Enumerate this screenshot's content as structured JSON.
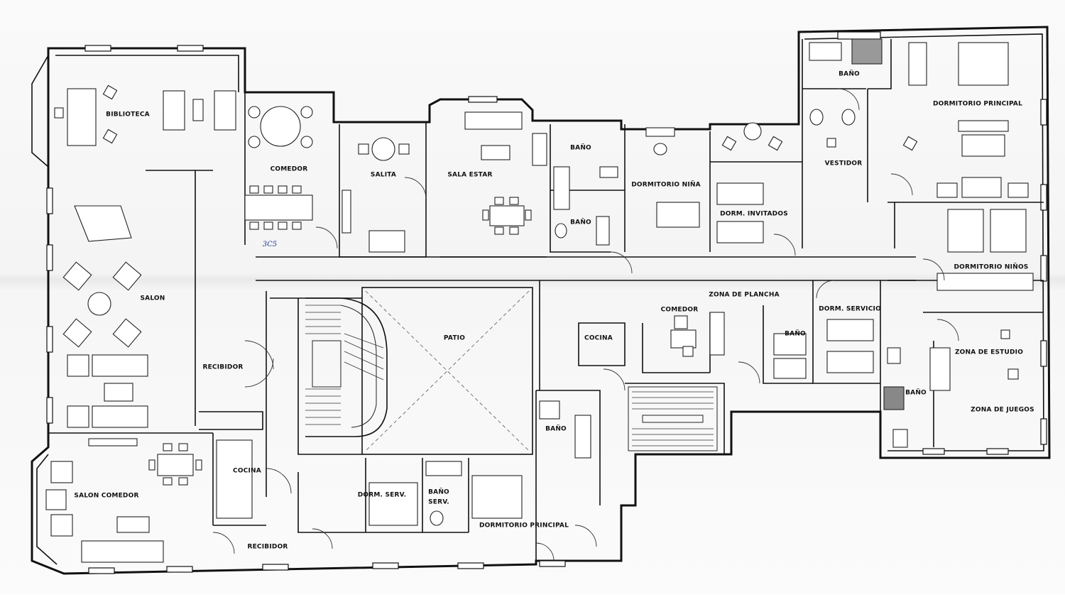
{
  "plan": {
    "rooms": {
      "biblioteca": "BIBLIOTECA",
      "comedor_n": "COMEDOR",
      "salita": "SALITA",
      "sala_estar": "SALA ESTAR",
      "bano_1": "BAÑO",
      "bano_2": "BAÑO",
      "dormitorio_nina": "DORMITORIO NIÑA",
      "dorm_invitados": "DORM. INVITADOS",
      "bano_top": "BAÑO",
      "vestidor": "VESTIDOR",
      "dormitorio_principal_ne": "DORMITORIO PRINCIPAL",
      "dormitorio_ninos": "DORMITORIO NIÑOS",
      "salon": "SALON",
      "recibidor_w": "RECIBIDOR",
      "patio": "PATIO",
      "zona_de_plancha": "ZONA DE PLANCHA",
      "comedor_s": "COMEDOR",
      "cocina_e": "COCINA",
      "bano_e": "BAÑO",
      "dorm_servicio": "DORM. SERVICIO",
      "zona_de_estudio": "ZONA DE ESTUDIO",
      "bano_se": "BAÑO",
      "zona_de_juegos": "ZONA DE JUEGOS",
      "salon_comedor": "SALON COMEDOR",
      "cocina_w": "COCINA",
      "recibidor_s": "RECIBIDOR",
      "dorm_serv": "DORM. SERV.",
      "bano_serv_1": "BAÑO",
      "bano_serv_2": "SERV.",
      "dormitorio_principal_s": "DORMITORIO PRINCIPAL",
      "bano_s": "BAÑO"
    },
    "handwritten_note": "3C5"
  }
}
